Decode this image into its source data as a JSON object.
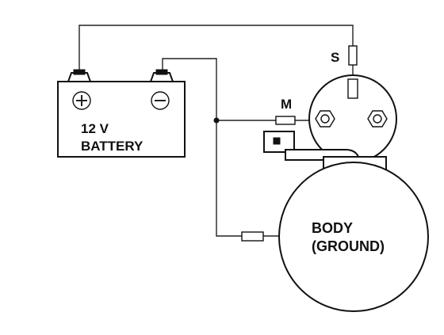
{
  "battery": {
    "voltage_label": "12 V",
    "name_label": "BATTERY",
    "positive_symbol": "+",
    "negative_symbol": "−"
  },
  "solenoid": {
    "s_terminal_label": "S",
    "m_terminal_label": "M"
  },
  "motor_body": {
    "line1": "BODY",
    "line2": "(GROUND)"
  }
}
